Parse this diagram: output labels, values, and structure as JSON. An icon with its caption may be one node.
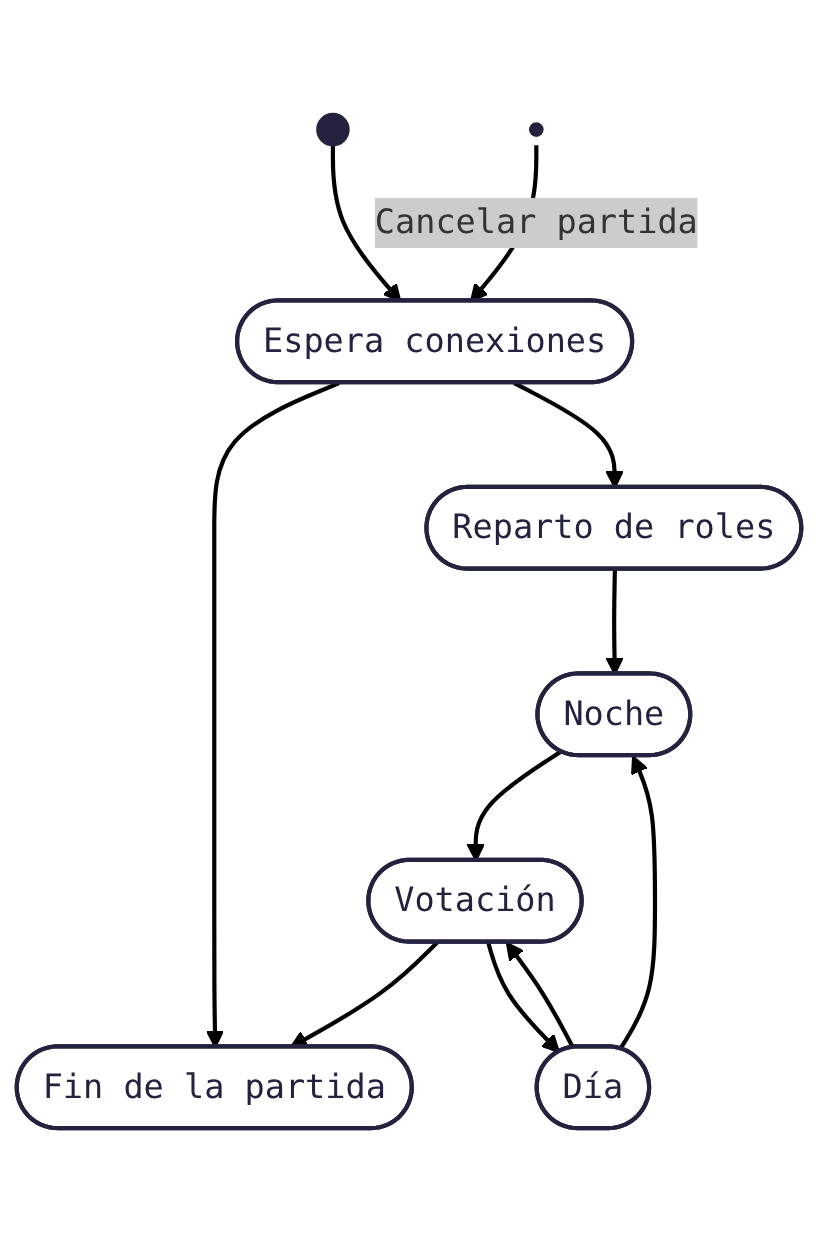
{
  "diagram": {
    "nodes": [
      {
        "text": [],
        "shape": "circle"
      },
      {
        "text": [],
        "shape": "dot"
      },
      {
        "text": [
          "Espera conexiones"
        ]
      },
      {
        "text": [
          "Reparto de roles"
        ]
      },
      {
        "text": [
          "Noche"
        ]
      },
      {
        "text": [
          "Votación"
        ]
      },
      {
        "text": [
          "Fin de la partida"
        ]
      },
      {
        "text": [
          "Día"
        ]
      }
    ],
    "edges": [
      {
        "from": 0,
        "to": 2,
        "arrow": "to"
      },
      {
        "from": 1,
        "to": 2,
        "arrow": "to",
        "label": "Cancelar partida"
      },
      {
        "from": 2,
        "to": 3,
        "arrow": "to"
      },
      {
        "from": 2,
        "to": 6,
        "arrow": "to"
      },
      {
        "from": 3,
        "to": 4,
        "arrow": "to"
      },
      {
        "from": 4,
        "to": 5,
        "arrow": "to"
      },
      {
        "from": 5,
        "to": 6,
        "arrow": "to"
      },
      {
        "from": 5,
        "to": 7,
        "arrow": "to"
      },
      {
        "from": 7,
        "to": 5,
        "arrow": "to"
      },
      {
        "from": 7,
        "to": 4,
        "arrow": "to"
      }
    ]
  }
}
